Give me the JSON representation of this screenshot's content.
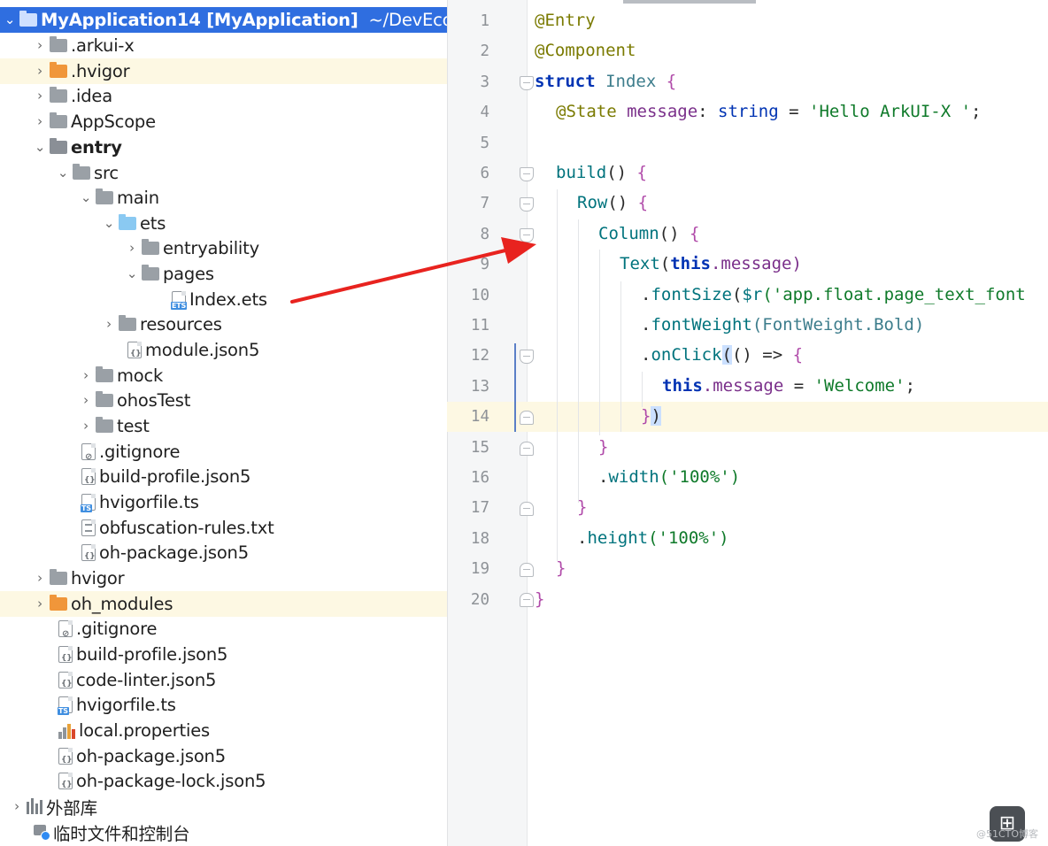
{
  "tree": {
    "root": {
      "name": "MyApplication14 [MyApplication]",
      "path": "~/DevEco"
    },
    "items": [
      {
        "label": ".arkui-x"
      },
      {
        "label": ".hvigor"
      },
      {
        "label": ".idea"
      },
      {
        "label": "AppScope"
      },
      {
        "label": "entry"
      },
      {
        "label": "src"
      },
      {
        "label": "main"
      },
      {
        "label": "ets"
      },
      {
        "label": "entryability"
      },
      {
        "label": "pages"
      },
      {
        "label": "Index.ets"
      },
      {
        "label": "resources"
      },
      {
        "label": "module.json5"
      },
      {
        "label": "mock"
      },
      {
        "label": "ohosTest"
      },
      {
        "label": "test"
      },
      {
        "label": ".gitignore"
      },
      {
        "label": "build-profile.json5"
      },
      {
        "label": "hvigorfile.ts"
      },
      {
        "label": "obfuscation-rules.txt"
      },
      {
        "label": "oh-package.json5"
      },
      {
        "label": "hvigor"
      },
      {
        "label": "oh_modules"
      },
      {
        "label": ".gitignore"
      },
      {
        "label": "build-profile.json5"
      },
      {
        "label": "code-linter.json5"
      },
      {
        "label": "hvigorfile.ts"
      },
      {
        "label": "local.properties"
      },
      {
        "label": "oh-package.json5"
      },
      {
        "label": "oh-package-lock.json5"
      },
      {
        "label": "外部库"
      },
      {
        "label": "临时文件和控制台"
      }
    ],
    "badges": {
      "ets": "ETS",
      "ts": "TS",
      "json": "{}",
      "git": "⊘"
    }
  },
  "editor": {
    "line_numbers": [
      "1",
      "2",
      "3",
      "4",
      "5",
      "6",
      "7",
      "8",
      "9",
      "10",
      "11",
      "12",
      "13",
      "14",
      "15",
      "16",
      "17",
      "18",
      "19",
      "20"
    ],
    "code": {
      "l1": "@Entry",
      "l2": "@Component",
      "l3_kw": "struct",
      "l3_name": " Index ",
      "l3_br": "{",
      "l4_ann": "@State",
      "l4_prop": " message",
      "l4_colon": ": ",
      "l4_type": "string",
      "l4_eq": " = ",
      "l4_str": "'Hello ArkUI-X '",
      "l4_semi": ";",
      "l6_fn": "build",
      "l6_paren": "() ",
      "l6_br": "{",
      "l7_fn": "Row",
      "l7_paren": "() ",
      "l7_br": "{",
      "l8_fn": "Column",
      "l8_paren": "() ",
      "l8_br": "{",
      "l9_fn": "Text",
      "l9_open": "(",
      "l9_kw": "this",
      "l9_rest": ".message)",
      "l10_dot": ".",
      "l10_fn": "fontSize",
      "l10_open": "(",
      "l10_r": "$r",
      "l10_str": "('app.float.page_text_font",
      "l11_dot": ".",
      "l11_fn": "fontWeight",
      "l11_rest": "(FontWeight.Bold)",
      "l12_dot": ".",
      "l12_fn": "onClick",
      "l12_open": "(",
      "l12_rest": "() => ",
      "l12_br": "{",
      "l13_kw": "this",
      "l13_prop": ".message",
      "l13_eq": " = ",
      "l13_str": "'Welcome'",
      "l13_semi": ";",
      "l14_br": "}",
      "l14_close": ")",
      "l15_br": "}",
      "l16_dot": ".",
      "l16_fn": "width",
      "l16_str": "('100%')",
      "l17_br": "}",
      "l18_dot": ".",
      "l18_fn": "height",
      "l18_str": "('100%')",
      "l19_br": "}",
      "l20_br": "}"
    }
  },
  "footer": {
    "grid_icon": "⊞",
    "watermark": "@51CTO博客"
  },
  "colors": {
    "selection": "#2f6ee0",
    "highlight": "#fdf8e3",
    "arrow": "#e8231f"
  }
}
